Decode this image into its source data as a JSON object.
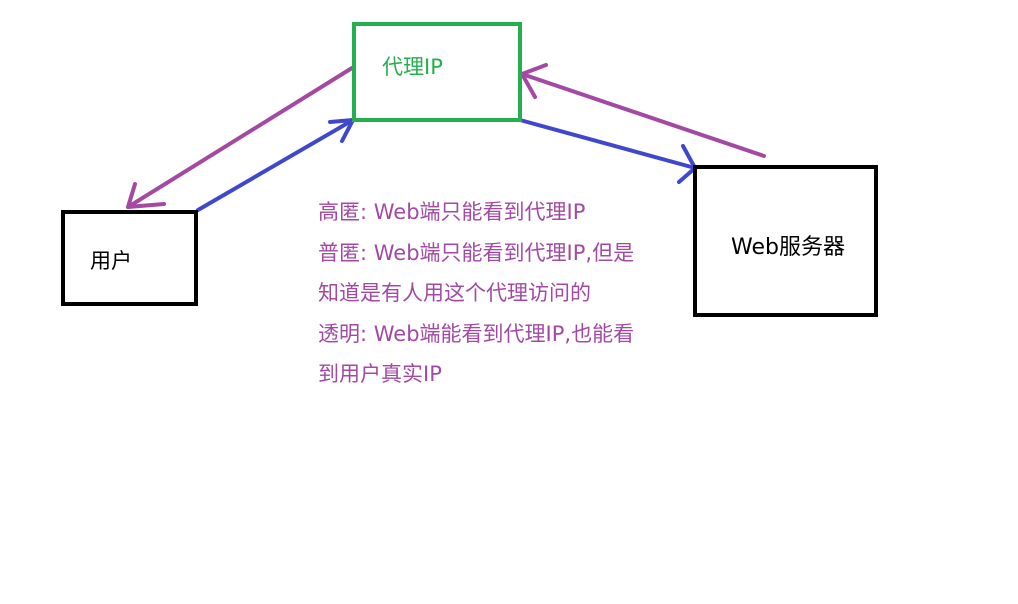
{
  "nodes": {
    "user": "用户",
    "proxy": "代理IP",
    "server": "Web服务器"
  },
  "notes": [
    "高匿: Web端只能看到代理IP",
    "普匿: Web端只能看到代理IP,但是",
    "知道是有人用这个代理访问的",
    "透明: Web端能看到代理IP,也能看",
    "到用户真实IP"
  ],
  "colors": {
    "proxy_box": "#22b14c",
    "request_arrow": "#3f48cc",
    "response_arrow": "#a349a4",
    "box_border": "#000000",
    "notes_text": "#a349a4"
  }
}
